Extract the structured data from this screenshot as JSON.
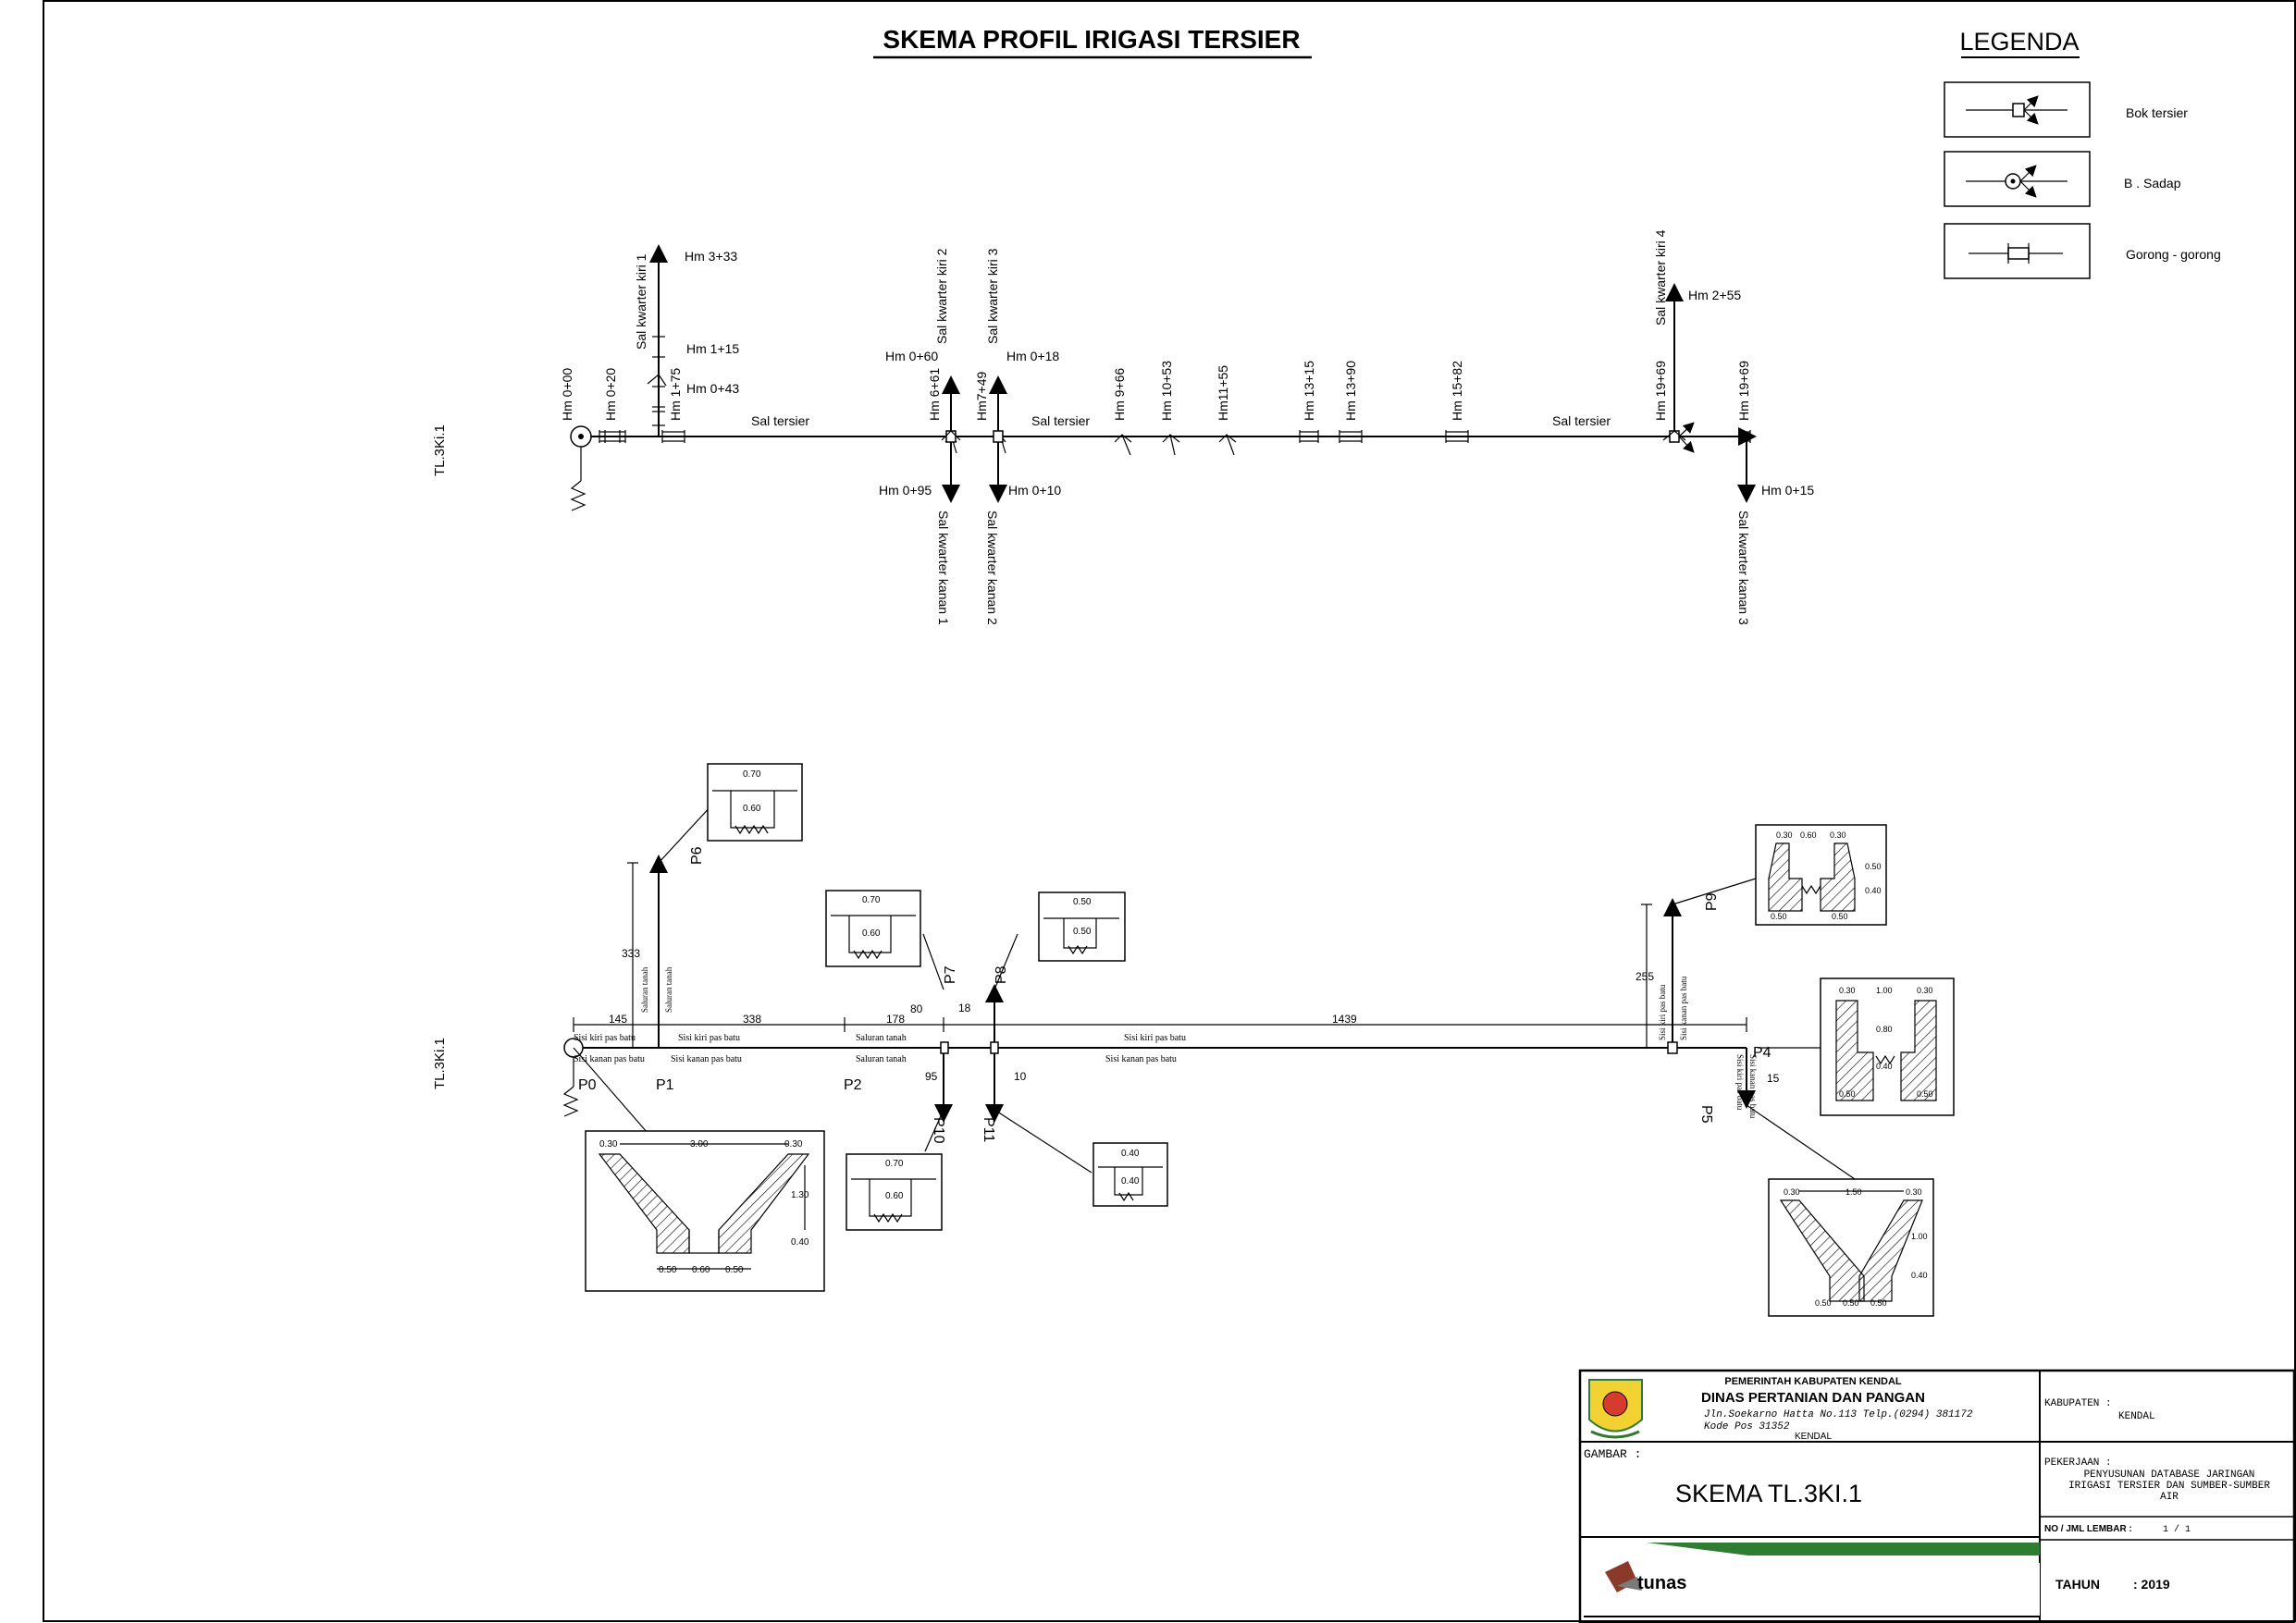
{
  "title": "SKEMA PROFIL IRIGASI TERSIER",
  "legend": {
    "title": "LEGENDA",
    "items": [
      {
        "label": "Bok tersier",
        "icon": "bok-tersier-symbol"
      },
      {
        "label": "B . Sadap",
        "icon": "bangunan-sadap-symbol"
      },
      {
        "label": "Gorong - gorong",
        "icon": "gorong-gorong-symbol"
      }
    ]
  },
  "upper": {
    "side_label": "TL.3Ki.1",
    "stations_top": [
      "Hm 0+00",
      "Hm 0+20",
      "Hm 1+75",
      "Hm 6+61",
      "Hm7+49",
      "Hm 9+66",
      "Hm 10+53",
      "Hm11+55",
      "Hm 13+15",
      "Hm 13+90",
      "Hm 15+82",
      "Hm 19+69",
      "Hm 19+69"
    ],
    "channel_labels": [
      "Sal tersier",
      "Sal tersier",
      "Sal tersier"
    ],
    "branches_up": [
      "Sal kwarter kiri 1",
      "Sal kwarter kiri 2",
      "Sal kwarter kiri 3",
      "Sal kwarter kiri 4"
    ],
    "branches_down": [
      "Sal kwarter kanan 1",
      "Sal kwarter kanan 2",
      "Sal kwarter kanan 3"
    ],
    "hm_labels": [
      "Hm 3+33",
      "Hm 1+15",
      "Hm 0+43",
      "Hm 0+60",
      "Hm 0+18",
      "Hm 0+95",
      "Hm 0+10",
      "Hm 2+55",
      "Hm 0+15"
    ]
  },
  "lower": {
    "side_label": "TL.3Ki.1",
    "points": [
      "P0",
      "P1",
      "P2",
      "P4",
      "P5",
      "P6",
      "P7",
      "P8",
      "P9",
      "P10",
      "P11"
    ],
    "distances": [
      "145",
      "338",
      "178",
      "18",
      "1439",
      "333",
      "255",
      "80",
      "95",
      "10",
      "15"
    ],
    "notes": {
      "kiri_pas_batu": "Sisi kiri pas batu",
      "kanan_pas_batu": "Sisi kanan pas batu",
      "saluran_tanah": "Saluran tanah"
    },
    "sections": {
      "s_p6": [
        "0.70",
        "0.60"
      ],
      "s_p7": [
        "0.70",
        "0.60"
      ],
      "s_p8": [
        "0.50",
        "0.50"
      ],
      "s_p10": [
        "0.70",
        "0.60"
      ],
      "s_p11": [
        "0.40",
        "0.40"
      ],
      "s_p0": [
        "0.30",
        "3.00",
        "0.30",
        "1.30",
        "0.40",
        "0.50",
        "0.60",
        "0.50"
      ],
      "s_p9": [
        "0.30",
        "0.60",
        "0.30",
        "0.50",
        "0.40",
        "0.50",
        "0.50"
      ],
      "s_p4": [
        "0.30",
        "1.00",
        "0.30",
        "0.80",
        "0.40",
        "0.50",
        "0.50"
      ],
      "s_p5": [
        "0.30",
        "1.50",
        "0.30",
        "1.00",
        "0.40",
        "0.50",
        "0.50",
        "0.50"
      ]
    }
  },
  "title_block": {
    "gov": "PEMERINTAH KABUPATEN KENDAL",
    "agency": "DINAS PERTANIAN DAN PANGAN",
    "address": "Jln.Soekarno Hatta No.113 Telp.(0294) 381172",
    "postcode": "Kode Pos 31352",
    "city": "KENDAL",
    "gambar_label": "GAMBAR :",
    "gambar_value": "SKEMA TL.3KI.1",
    "kabupaten_label": "KABUPATEN :",
    "kabupaten_value": "KENDAL",
    "pekerjaan_label": "PEKERJAAN :",
    "pekerjaan_lines": [
      "PENYUSUNAN DATABASE JARINGAN",
      "IRIGASI TERSIER DAN SUMBER-SUMBER",
      "AIR"
    ],
    "lembar_label": "NO / JML LEMBAR :",
    "lembar_value": "1 / 1",
    "tahun_label": "TAHUN",
    "tahun_value": ": 2019",
    "logo_text": "tunas"
  }
}
